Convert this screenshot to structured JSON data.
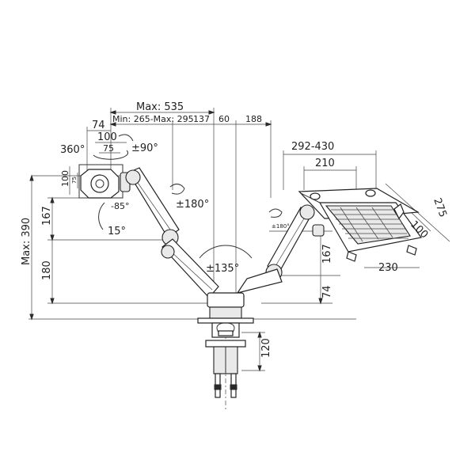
{
  "dimensions": {
    "max_reach": "Max: 535",
    "min_max": "Min: 265-Max: 295",
    "d137": "137",
    "d60": "60",
    "d188": "188",
    "d74_top": "74",
    "d100_top": "100",
    "d75_top": "75",
    "rot360": "360°",
    "tilt90": "±90°",
    "d100_side": "100",
    "d75_side": "75",
    "tilt_minus85": "-85°",
    "tilt15": "15°",
    "rot180": "±180°",
    "rot180_small": "±180°",
    "rot135": "±135°",
    "max390": "Max: 390",
    "d167_left": "167",
    "d180": "180",
    "d167_right": "167",
    "d74_right": "74",
    "d120": "120",
    "tray_292_430": "292-430",
    "tray_210": "210",
    "tray_275": "275",
    "tray_100": "100",
    "tray_230": "230"
  },
  "colors": {
    "line": "#333333",
    "fill": "#ffffff",
    "shade": "#e9e9e9",
    "dark": "#2a2a2a"
  }
}
